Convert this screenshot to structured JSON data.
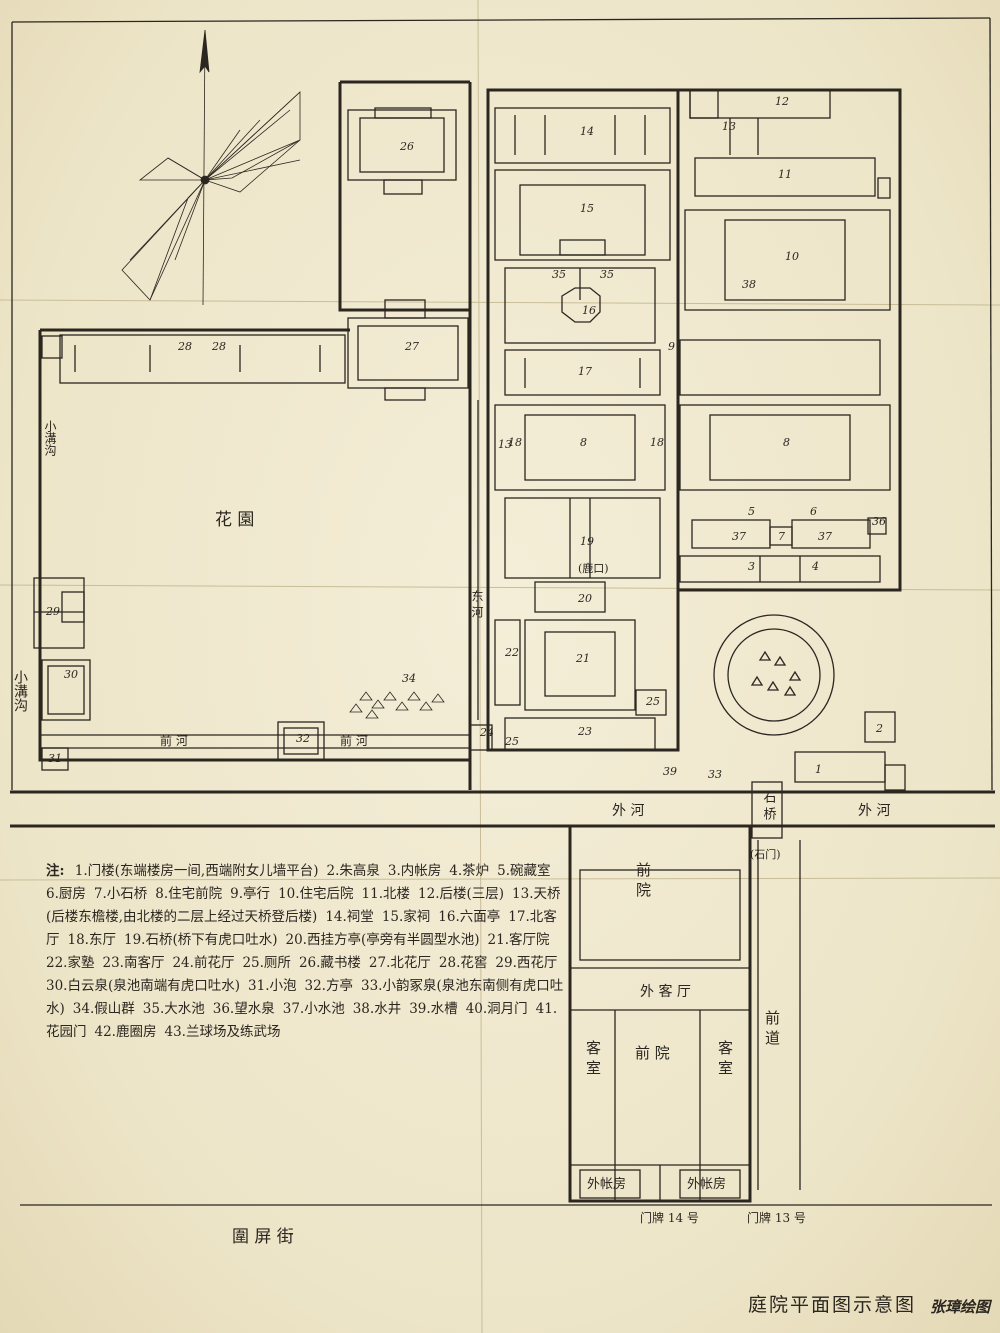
{
  "labels": {
    "garden": "花 園",
    "east_canal": "东 河",
    "small_canal_v": "小溝沟",
    "small_canal_left": "小溝沟",
    "outer_canal": "外 河",
    "outer_canal_right": "外 河",
    "front_courtyard": "前 院",
    "front_courtyard_2": "前 院",
    "outer_hall": "外 客 厅",
    "guest_room_left": "客 室",
    "guest_room_right": "客 室",
    "outer_account_left": "外帐房",
    "outer_account_right": "外帐房",
    "front_road": "前 道",
    "stone_bridge": "石 桥",
    "south_street": "圍 屏 街",
    "gate_14": "门牌 14 号",
    "gate_13": "门牌 13 号",
    "south_canal_1": "前 河",
    "south_canal_2": "前 河",
    "stone_gate_b": "(石门)",
    "deer_mark": "(鹿口)"
  },
  "numbers": [
    "1",
    "2",
    "3",
    "4",
    "5",
    "6",
    "7",
    "8",
    "8",
    "9",
    "10",
    "11",
    "12",
    "13",
    "13",
    "14",
    "15",
    "16",
    "17",
    "18",
    "18",
    "19",
    "20",
    "21",
    "22",
    "23",
    "24",
    "25",
    "25",
    "26",
    "27",
    "28",
    "28",
    "29",
    "30",
    "31",
    "32",
    "33",
    "34",
    "35",
    "35",
    "36",
    "37",
    "37",
    "38",
    "39"
  ],
  "legend": {
    "title": "注:",
    "items": [
      "1.门楼(东端楼房一间,西端附女儿墙平台)",
      "2.朱高泉",
      "3.内帐房",
      "4.茶炉",
      "5.碗藏室",
      "6.厨房",
      "7.小石桥",
      "8.住宅前院",
      "9.亭行",
      "10.住宅后院",
      "11.北楼",
      "12.后楼(三层)",
      "13.天桥(后楼东檐楼,由北楼的二层上经过天桥登后楼)",
      "14.祠堂",
      "15.家祠",
      "16.六面亭",
      "17.北客厅",
      "18.东厅",
      "19.石桥(桥下有虎口吐水)",
      "20.西挂方亭(亭旁有半圆型水池)",
      "21.客厅院",
      "22.家塾",
      "23.南客厅",
      "24.前花厅",
      "25.厕所",
      "26.藏书楼",
      "27.北花厅",
      "28.花窖",
      "29.西花厅",
      "30.白云泉(泉池南端有虎口吐水)",
      "31.小泡",
      "32.方亭",
      "33.小韵冢泉(泉池东南侧有虎口吐水)",
      "34.假山群",
      "35.大水池",
      "36.望水泉",
      "37.小水池",
      "38.水井",
      "39.水槽",
      "40.洞月门",
      "41.花园门",
      "42.鹿圈房",
      "43.兰球场及练武场"
    ]
  },
  "caption": "庭院平面图示意图",
  "author": "张璋绘图"
}
